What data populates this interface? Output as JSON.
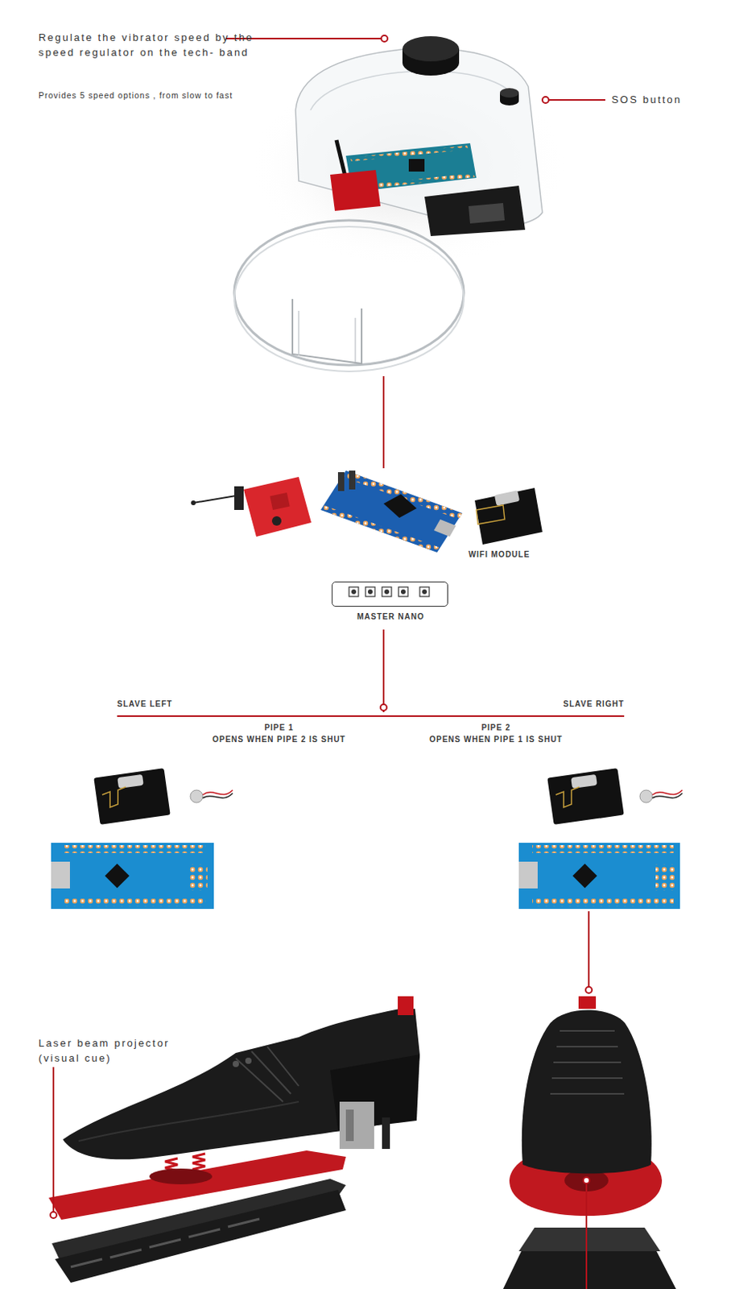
{
  "diagram": {
    "nodes": [
      {
        "text": [
          "MASTER NANO"
        ]
      }
    ],
    "labels": [
      "Regulate the vibrator speed by the speed regulator on the tech- band",
      "Provides 5 speed options , from slow to fast",
      "SOS button",
      "WIFI MODULE",
      "SLAVE LEFT",
      "SLAVE RIGHT",
      "PIPE 1",
      "OPENS WHEN PIPE 2 IS SHUT",
      "PIPE 2",
      "OPENS WHEN PIPE 1 IS SHUT",
      "Laser beam projector (visual cue)"
    ]
  }
}
